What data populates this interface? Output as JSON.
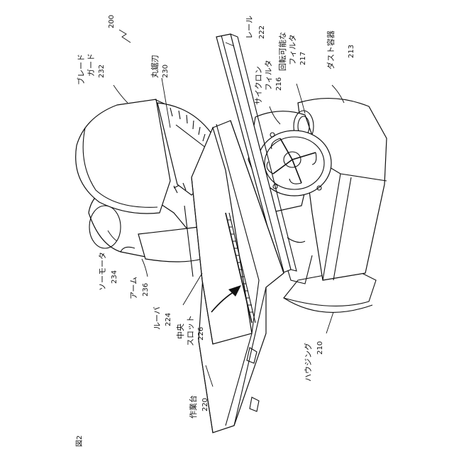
{
  "figure": {
    "label": "図2",
    "ref": "200"
  },
  "labels": [
    {
      "id": "blade-guard",
      "text": "ブレード\nガード",
      "ref": "232"
    },
    {
      "id": "circular-saw",
      "text": "丸鋸刃",
      "ref": "230"
    },
    {
      "id": "rail",
      "text": "レール",
      "ref": "222"
    },
    {
      "id": "cyclone-filter",
      "text": "サイクロン\nフィルタ",
      "ref": "216"
    },
    {
      "id": "rotatable-filter",
      "text": "回転可能な\nフィルタ",
      "ref": "217"
    },
    {
      "id": "dust-container",
      "text": "ダスト容器",
      "ref": "213"
    },
    {
      "id": "saw-motor",
      "text": "ソーモータ",
      "ref": "234"
    },
    {
      "id": "arm",
      "text": "アーム",
      "ref": "236"
    },
    {
      "id": "louver",
      "text": "ルーバ",
      "ref": "224"
    },
    {
      "id": "center-slot",
      "text": "中央\nスロット",
      "ref": "226"
    },
    {
      "id": "housing",
      "text": "ハウジング",
      "ref": "210"
    },
    {
      "id": "worktable",
      "text": "作業台",
      "ref": "220"
    }
  ]
}
